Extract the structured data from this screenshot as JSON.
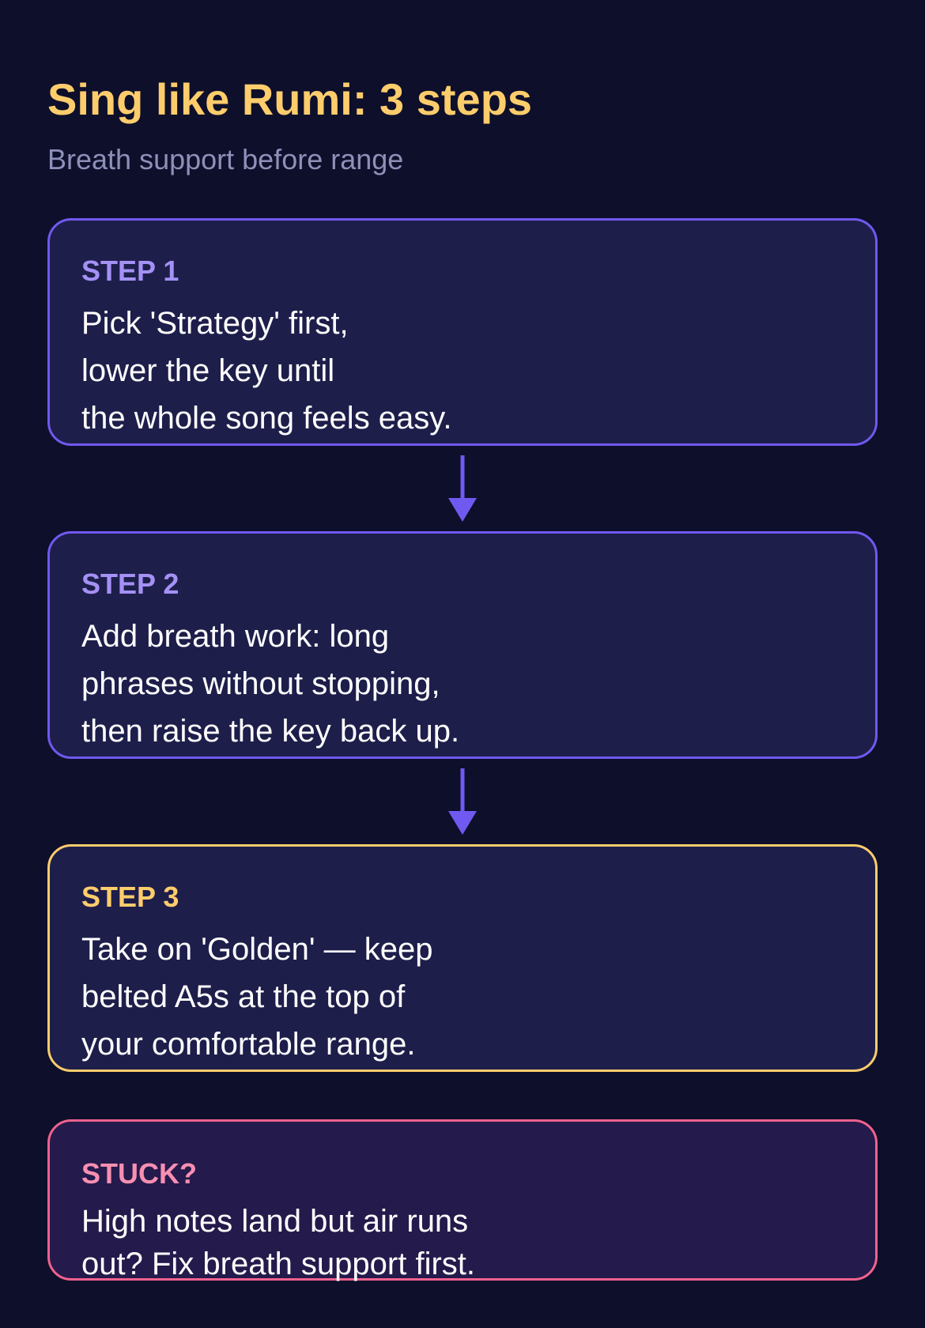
{
  "header": {
    "title": "Sing like Rumi: 3 steps",
    "subtitle": "Breath support before range"
  },
  "steps": [
    {
      "label": "STEP 1",
      "lines": [
        "Pick 'Strategy' first,",
        "lower the key until",
        "the whole song feels easy."
      ]
    },
    {
      "label": "STEP 2",
      "lines": [
        "Add breath work: long",
        "phrases without stopping,",
        "then raise the key back up."
      ]
    },
    {
      "label": "STEP 3",
      "lines": [
        "Take on 'Golden' — keep",
        "belted A5s at the top of",
        "your comfortable range."
      ]
    }
  ],
  "stuck": {
    "label": "STUCK?",
    "lines": [
      "High notes land but air runs",
      "out? Fix breath support first."
    ]
  },
  "colors": {
    "background": "#0e0f2b",
    "card": "#1e1e4b",
    "accent_purple": "#7059f0",
    "accent_gold": "#fdcd6c",
    "accent_pink": "#f0628e"
  }
}
